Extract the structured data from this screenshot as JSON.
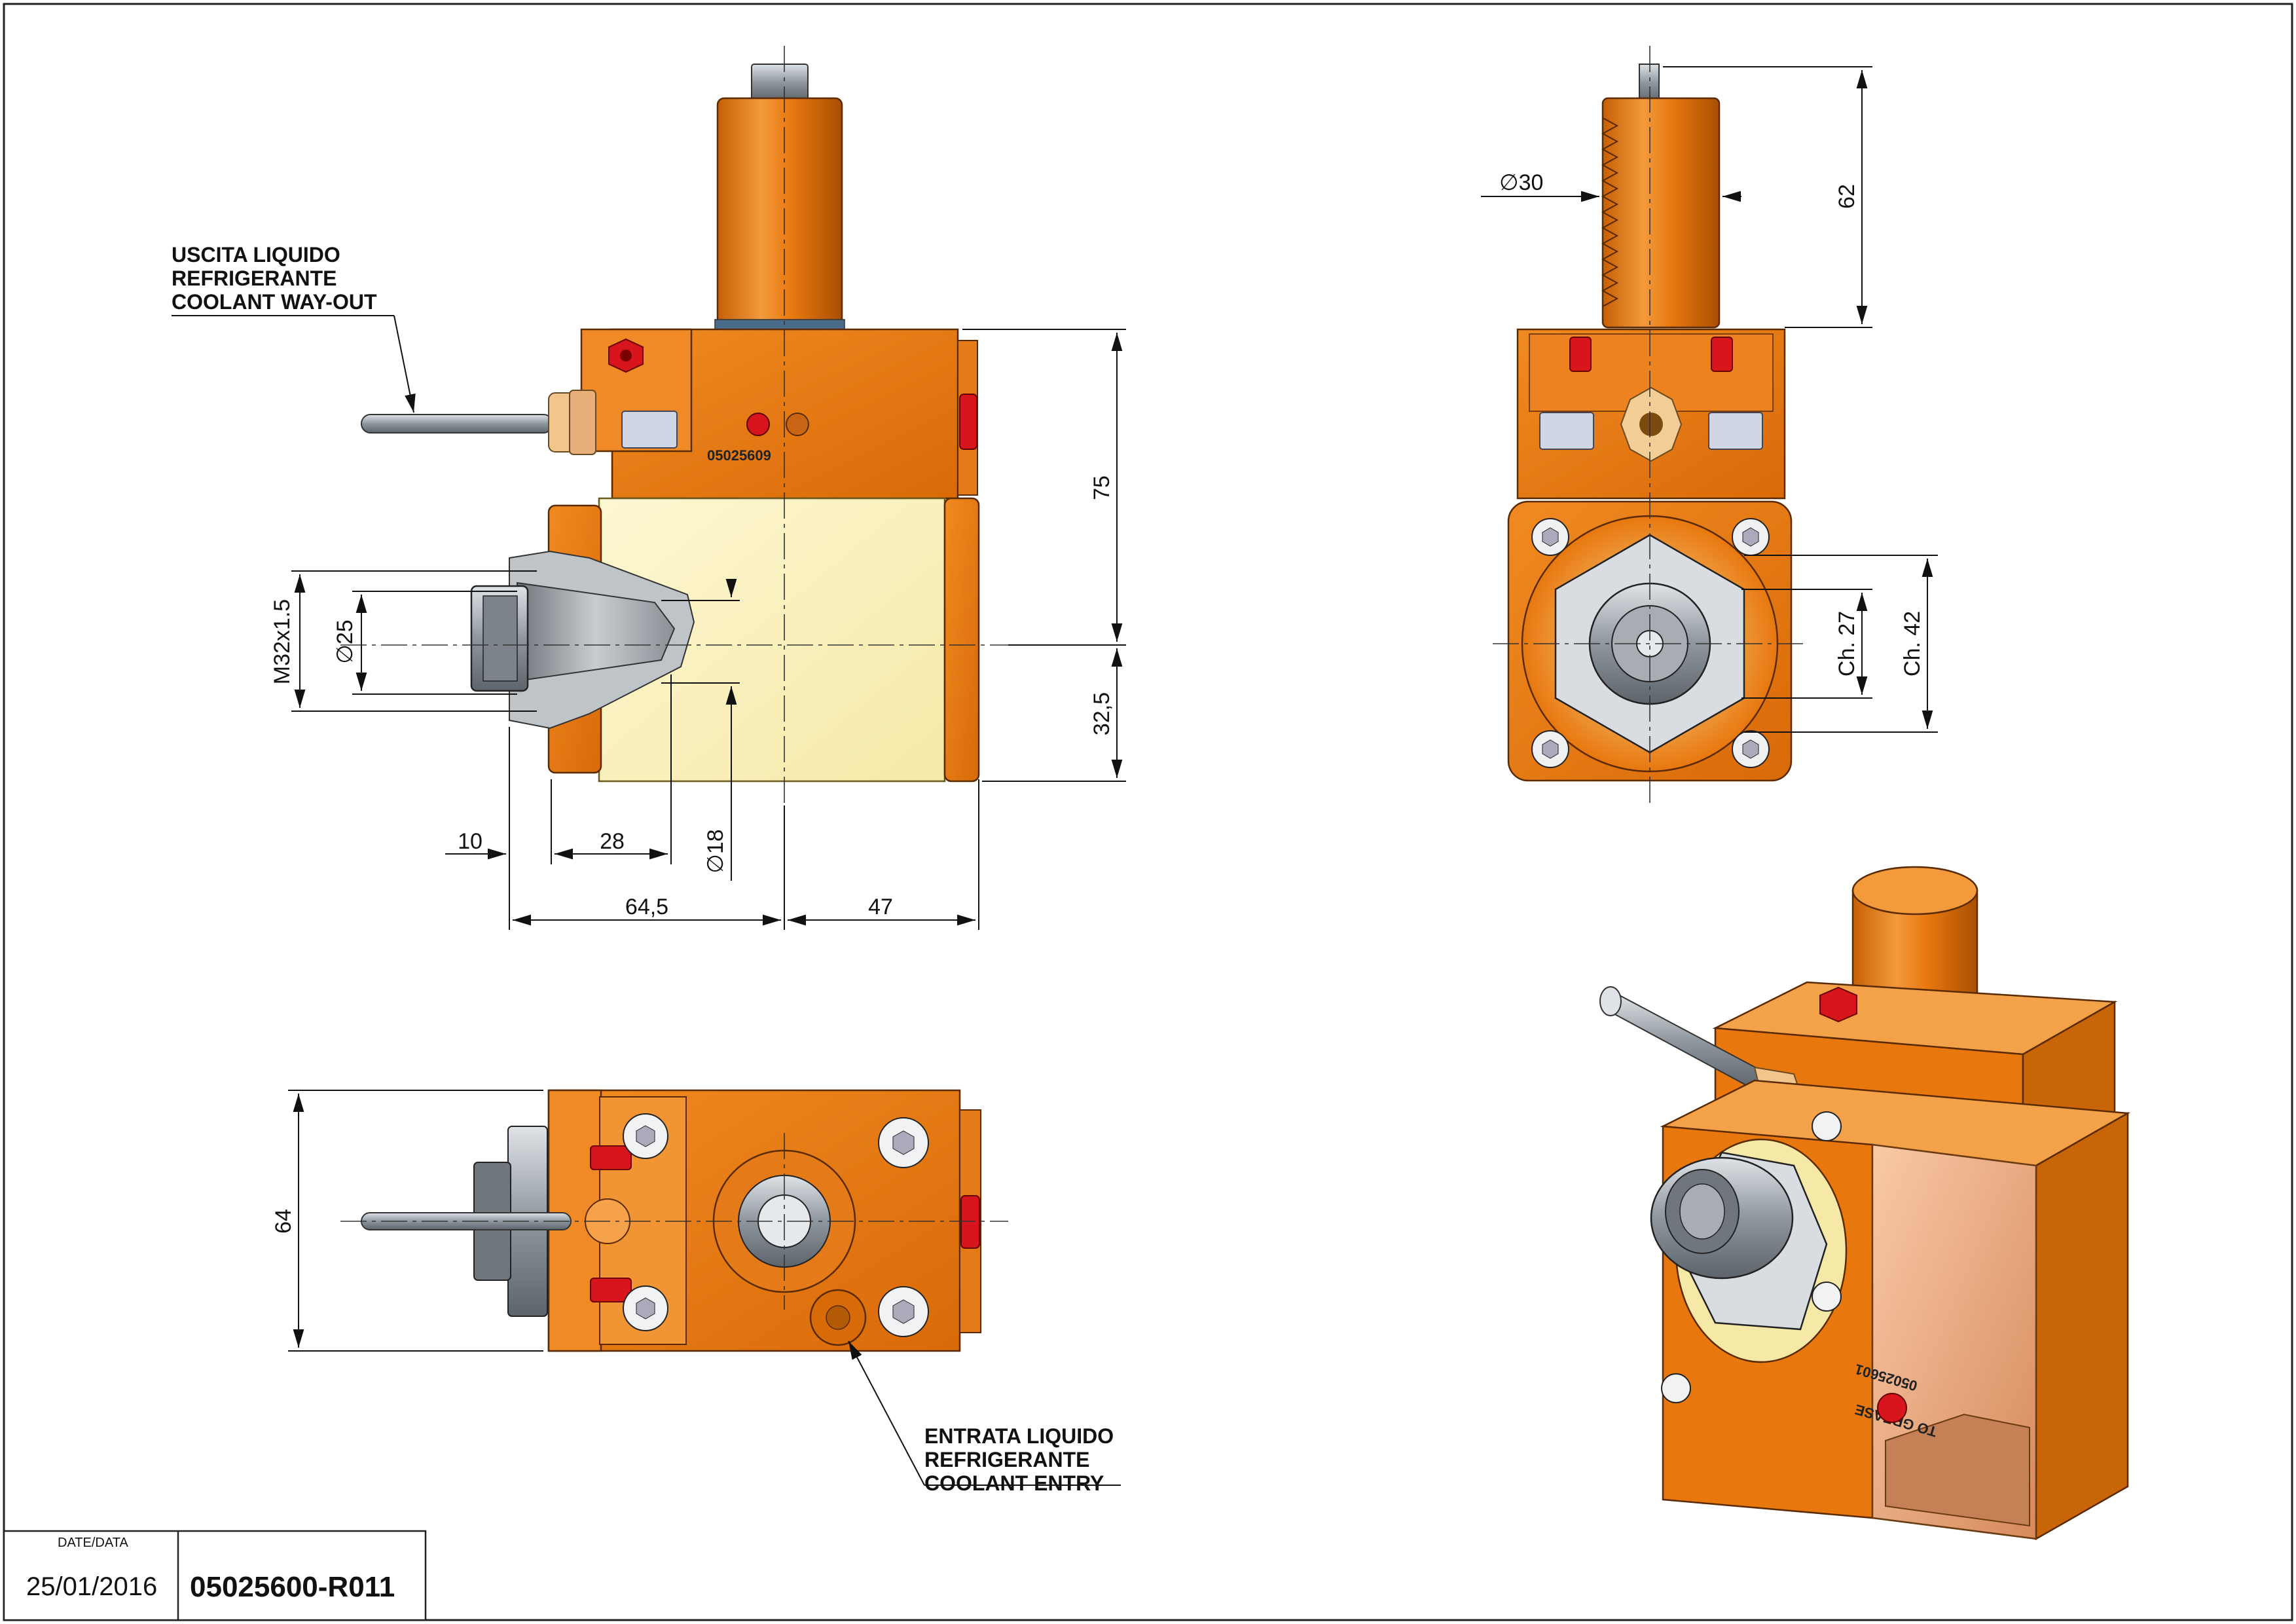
{
  "colors": {
    "body_orange": "#e8770e",
    "body_orange_light": "#f3a24a",
    "body_orange_dark": "#b35a06",
    "cream": "#fbf4c4",
    "steel": "#9aa3ad",
    "red_plug": "#d8141c",
    "peach": "#f5b58c"
  },
  "notes": {
    "coolant_out_line1": "USCITA LIQUIDO",
    "coolant_out_line2": "REFRIGERANTE",
    "coolant_out_line3": "COOLANT WAY-OUT",
    "coolant_in_line1": "ENTRATA LIQUIDO",
    "coolant_in_line2": "REFRIGERANTE",
    "coolant_in_line3": "COOLANT ENTRY"
  },
  "engravings": {
    "part_code": "05025609",
    "to_grease": "TO GREASE",
    "iso_code_top": "05025609",
    "iso_code_bottom": "05025601"
  },
  "dimensions": {
    "front": {
      "height_top": "75",
      "height_bottom": "32,5",
      "thread": "M32x1.5",
      "dia_25": "∅25",
      "dia_18": "∅18",
      "len_10": "10",
      "len_28": "28",
      "len_64_5": "64,5",
      "len_47": "47"
    },
    "side": {
      "dia_30": "∅30",
      "height_62": "62",
      "hex_27": "Ch. 27",
      "hex_42": "Ch. 42"
    },
    "top": {
      "width_64": "64"
    }
  },
  "title_block": {
    "date_label": "DATE/DATA",
    "date_value": "25/01/2016",
    "drawing_number": "05025600-R011"
  }
}
